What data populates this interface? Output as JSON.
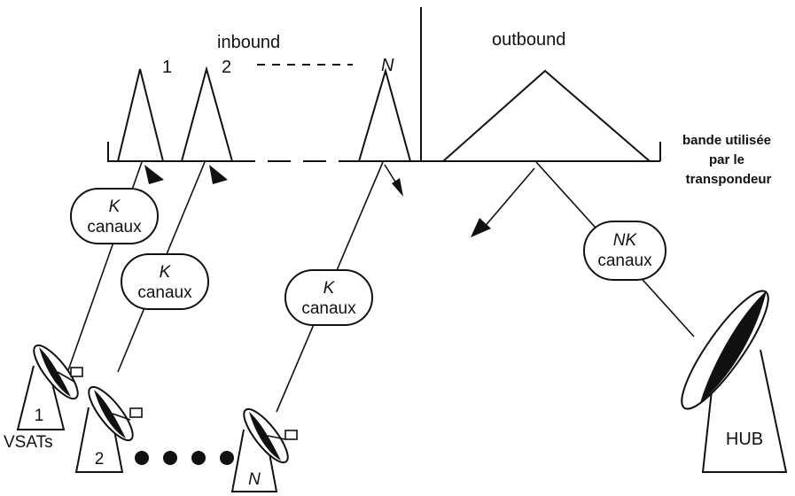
{
  "labels": {
    "inbound": "inbound",
    "outbound": "outbound",
    "carrier_1": "1",
    "carrier_2": "2",
    "carrier_n": "N",
    "band_line1": "bande utilisée",
    "band_line2": "par le",
    "band_line3": "transpondeur",
    "k": "K",
    "canaux": "canaux",
    "nk": "NK",
    "vsat_1": "1",
    "vsat_2": "2",
    "vsat_n": "N",
    "vsats": "VSATs",
    "hub": "HUB"
  }
}
